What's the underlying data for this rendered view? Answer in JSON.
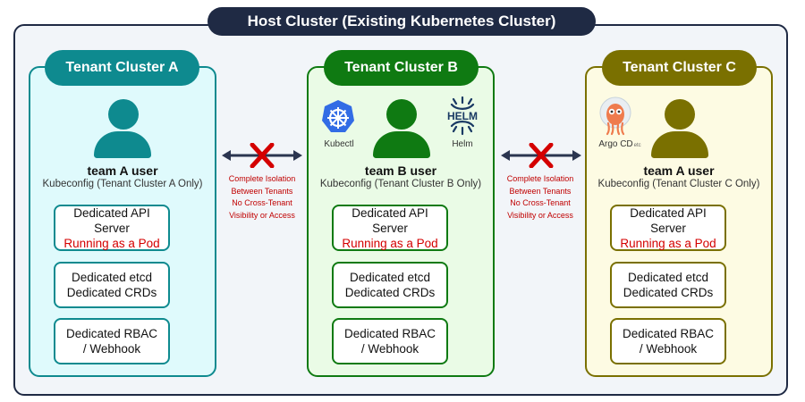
{
  "host": {
    "title": "Host Cluster (Existing Kubernetes Cluster)"
  },
  "tenants": [
    {
      "title": "Tenant Cluster A",
      "user": "team A user",
      "kubeconfig": "Kubeconfig (Tenant Cluster A Only)",
      "api_line1": "Dedicated API Server",
      "api_line2": "Running as a Pod",
      "etcd_line1": "Dedicated etcd",
      "etcd_line2": "Dedicated CRDs",
      "rbac_line1": "Dedicated RBAC",
      "rbac_line2": "/ Webhook",
      "color": "#0e8a8f",
      "bg": "#dffafc"
    },
    {
      "title": "Tenant Cluster B",
      "user": "team B user",
      "kubeconfig": "Kubeconfig (Tenant Cluster B Only)",
      "api_line1": "Dedicated API Server",
      "api_line2": "Running as a Pod",
      "etcd_line1": "Dedicated etcd",
      "etcd_line2": "Dedicated CRDs",
      "rbac_line1": "Dedicated RBAC",
      "rbac_line2": "/ Webhook",
      "color": "#0f7a12",
      "bg": "#eafbe6",
      "tools": [
        "Kubectl",
        "Helm"
      ],
      "tool_logo_text": "HELM"
    },
    {
      "title": "Tenant Cluster C",
      "user": "team A user",
      "kubeconfig": "Kubeconfig (Tenant Cluster C Only)",
      "api_line1": "Dedicated API Server",
      "api_line2": "Running as a Pod",
      "etcd_line1": "Dedicated etcd",
      "etcd_line2": "Dedicated CRDs",
      "rbac_line1": "Dedicated RBAC",
      "rbac_line2": "/ Webhook",
      "color": "#7a7000",
      "bg": "#fdfbe3",
      "tools": [
        "Argo CD"
      ],
      "tools_suffix": "etc"
    }
  ],
  "isolation": {
    "line1": "Complete Isolation",
    "line2": "Between Tenants",
    "line3": "No Cross-Tenant",
    "line4": "Visibility or Access"
  },
  "colors": {
    "host": "#1f2a44",
    "red": "#d40000",
    "arrow": "#2b3550"
  }
}
